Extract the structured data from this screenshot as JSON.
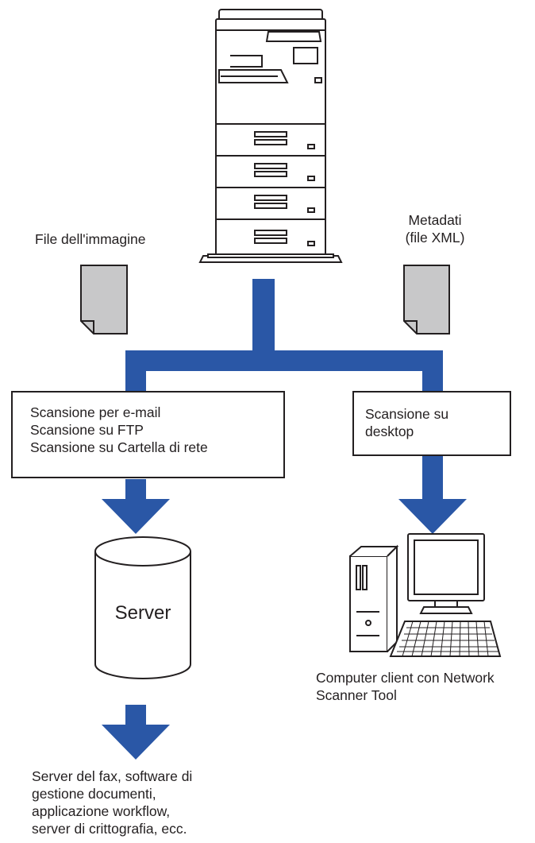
{
  "image_file": {
    "label": "File dell'immagine"
  },
  "metadata_file": {
    "line1": "Metadati",
    "line2": "(file XML)"
  },
  "left_box": {
    "lines": [
      "Scansione per e-mail",
      "Scansione su FTP",
      "Scansione su Cartella di rete"
    ]
  },
  "right_box": {
    "lines": [
      "Scansione su",
      "desktop"
    ]
  },
  "server": {
    "label": "Server"
  },
  "client": {
    "lines": [
      "Computer client con Network",
      "Scanner Tool"
    ]
  },
  "destinations": {
    "lines": [
      "Server del fax, software di",
      "gestione documenti,",
      "applicazione workflow,",
      "server di crittografia, ecc."
    ]
  },
  "colors": {
    "arrow_blue": "#2a57a6",
    "document_gray": "#c8c8c9",
    "line_black": "#231f20"
  }
}
